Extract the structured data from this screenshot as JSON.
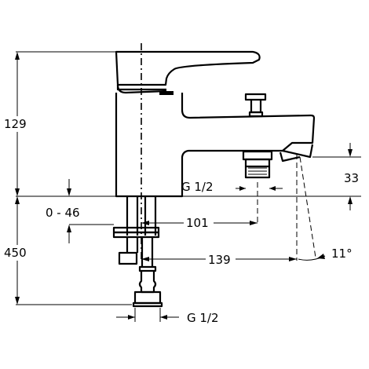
{
  "diagram": {
    "dimensions": {
      "upper_height": "129",
      "lower_height": "450",
      "deck_range": "0 - 46",
      "spout_reach": "101",
      "outlet_reach": "139",
      "spout_height": "33",
      "spout_thread": "G 1/2",
      "supply_thread": "G 1/2",
      "spray_angle": "11°"
    }
  }
}
